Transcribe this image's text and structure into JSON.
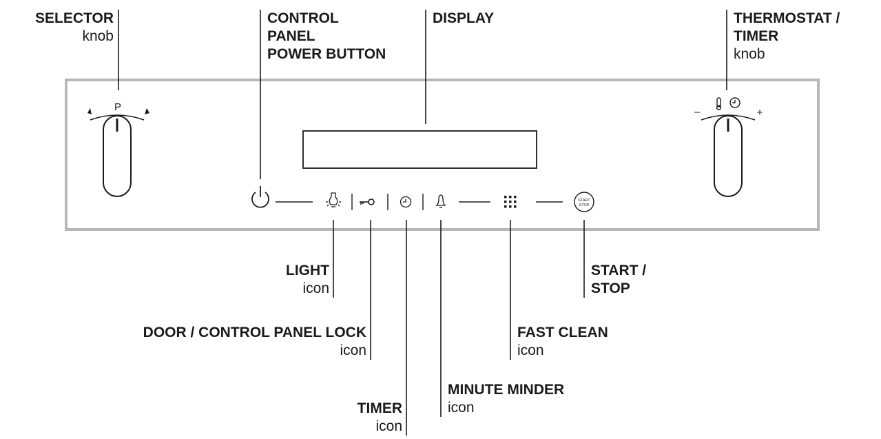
{
  "knobs": {
    "selector_mark": "P",
    "thermostat_minus": "–",
    "thermostat_plus": "+"
  },
  "buttons": {
    "start_stop_line1": "START",
    "start_stop_line2": "STOP"
  },
  "labels": {
    "selector_title": "SELECTOR",
    "selector_sub": "knob",
    "power_line1": "CONTROL",
    "power_line2": "PANEL",
    "power_line3": "POWER BUTTON",
    "display_title": "DISPLAY",
    "thermostat_line1": "THERMOSTAT /",
    "thermostat_line2": "TIMER",
    "thermostat_sub": "knob",
    "light_title": "LIGHT",
    "light_sub": "icon",
    "lock_title": "DOOR / CONTROL PANEL LOCK",
    "lock_sub": "icon",
    "timer_title": "TIMER",
    "timer_sub": "icon",
    "minute_title": "MINUTE MINDER",
    "minute_sub": "icon",
    "fastclean_title": "FAST CLEAN",
    "fastclean_sub": "icon",
    "startstop_line1": "START /",
    "startstop_line2": "STOP"
  },
  "colors": {
    "panel_border": "#b8b8b8",
    "stroke": "#1a1a1a"
  }
}
